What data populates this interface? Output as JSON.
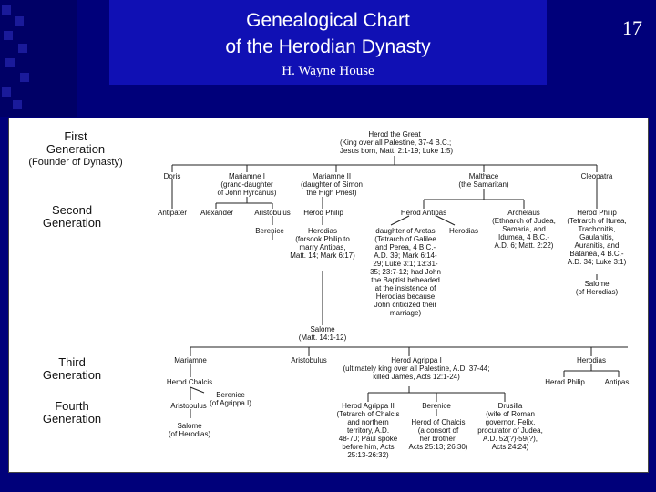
{
  "slide": {
    "title_line1": "Genealogical Chart",
    "title_line2": "of the Herodian Dynasty",
    "author": "H. Wayne House",
    "number": "17",
    "background": "#00007a",
    "title_bg": "#1010b4"
  },
  "generations": {
    "first": [
      "First",
      "Generation",
      "(Founder of Dynasty)"
    ],
    "second": [
      "Second",
      "Generation"
    ],
    "third": [
      "Third",
      "Generation"
    ],
    "fourth": [
      "Fourth",
      "Generation"
    ]
  },
  "nodes": {
    "herod_great": [
      "Herod the Great",
      "(King over all Palestine, 37-4 B.C.;",
      "Jesus born, Matt. 2:1-19; Luke 1:5)"
    ],
    "doris": [
      "Doris"
    ],
    "mariamne1": [
      "Mariamne I",
      "(grand-daughter",
      "of John Hyrcanus)"
    ],
    "mariamne2": [
      "Mariamne II",
      "(daughter of Simon",
      "the High Priest)"
    ],
    "malthace": [
      "Malthace",
      "(the Samaritan)"
    ],
    "cleopatra": [
      "Cleopatra"
    ],
    "antipater": [
      "Antipater"
    ],
    "alexander": [
      "Alexander"
    ],
    "aristobulus": [
      "Aristobulus"
    ],
    "herod_philip": [
      "Herod Philip"
    ],
    "herod_antipas": [
      "Herod Antipas"
    ],
    "archelaus": [
      "Archelaus",
      "(Ethnarch of Judea,",
      "Samaria, and",
      "Idumea, 4 B.C.-",
      "A.D. 6; Matt. 2:22)"
    ],
    "herod_philip2": [
      "Herod Philip",
      "(Tetrarch of Iturea,",
      "Trachonitis,",
      "Gaulanitis,",
      "Auranitis, and",
      "Batanea, 4 B.C.-",
      "A.D. 34; Luke 3:1)"
    ],
    "berenice": [
      "Berenice"
    ],
    "herodias": [
      "Herodias",
      "(forsook Philip to",
      "marry Antipas,",
      "Matt. 14; Mark 6:17)"
    ],
    "aretas": [
      "daughter of Aretas",
      "(Tetrarch of Galilee",
      "and Perea, 4 B.C.-",
      "A.D. 39; Mark 6:14-",
      "29; Luke 3:1; 13:31-",
      "35; 23:7-12; had John",
      "the Baptist beheaded",
      "at the insistence of",
      "Herodias because",
      "John criticized their",
      "marriage)"
    ],
    "herodias_small": [
      "Herodias"
    ],
    "salome_right": [
      "Salome",
      "(of Herodias)"
    ],
    "salome": [
      "Salome",
      "(Matt. 14:1-12)"
    ],
    "mariamne": [
      "Mariamne"
    ],
    "aristobulus2": [
      "Aristobulus"
    ],
    "agrippa1": [
      "Herod Agrippa I",
      "(ultimately king over all Palestine, A.D. 37-44;",
      "killed James, Acts 12:1-24)"
    ],
    "herodias3": [
      "Herodias"
    ],
    "herod_chalcis": [
      "Herod Chalcis"
    ],
    "berenice_agrippa": [
      "Berenice",
      "(of Agrippa I)"
    ],
    "herod_philip3": [
      "Herod Philip"
    ],
    "antipas3": [
      "Antipas"
    ],
    "aristobulus3": [
      "Aristobulus"
    ],
    "agrippa2": [
      "Herod Agrippa II",
      "(Tetrarch of Chalcis",
      "and northern",
      "territory, A.D.",
      "48-70; Paul spoke",
      "before him, Acts",
      "25:13-26:32)"
    ],
    "berenice4": [
      "Berenice"
    ],
    "herod_chalcis4": [
      "Herod of Chalcis",
      "(a consort of",
      "her brother,",
      "Acts 25:13; 26:30)"
    ],
    "drusilla": [
      "Drusilla",
      "(wife of Roman",
      "governor, Felix,",
      "procurator of Judea,",
      "A.D. 52(?)-59(?),",
      "Acts 24:24)"
    ],
    "salome4": [
      "Salome",
      "(of Herodias)"
    ]
  }
}
